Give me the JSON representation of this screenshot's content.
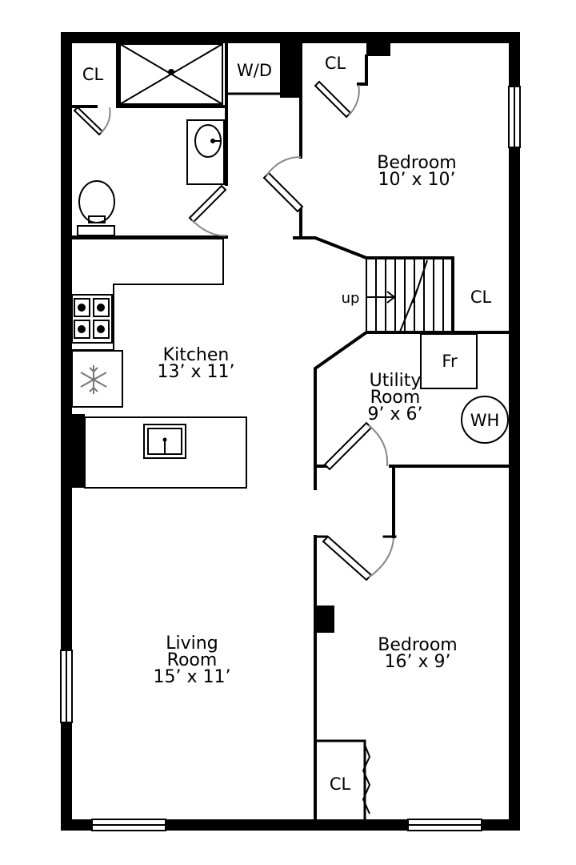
{
  "rooms": {
    "bedroom_top": {
      "name": "Bedroom",
      "size": "10’ x 10’"
    },
    "kitchen": {
      "name": "Kitchen",
      "size": "13’ x 11’"
    },
    "utility": {
      "name_line1": "Utility",
      "name_line2": "Room",
      "size": "9’ x 6’"
    },
    "living": {
      "name_line1": "Living",
      "name_line2": "Room",
      "size": "15’ x 11’"
    },
    "bedroom_bottom": {
      "name": "Bedroom",
      "size": "16’ x 9’"
    }
  },
  "labels": {
    "closet": "CL",
    "washer_dryer": "W/D",
    "stairs": "up",
    "fridge": "Fr",
    "water_heater": "WH"
  },
  "icons": {
    "stove": "stove-icon",
    "freezer": "snowflake-icon",
    "sink": "sink-icon",
    "toilet": "toilet-icon",
    "shower": "shower-icon"
  }
}
